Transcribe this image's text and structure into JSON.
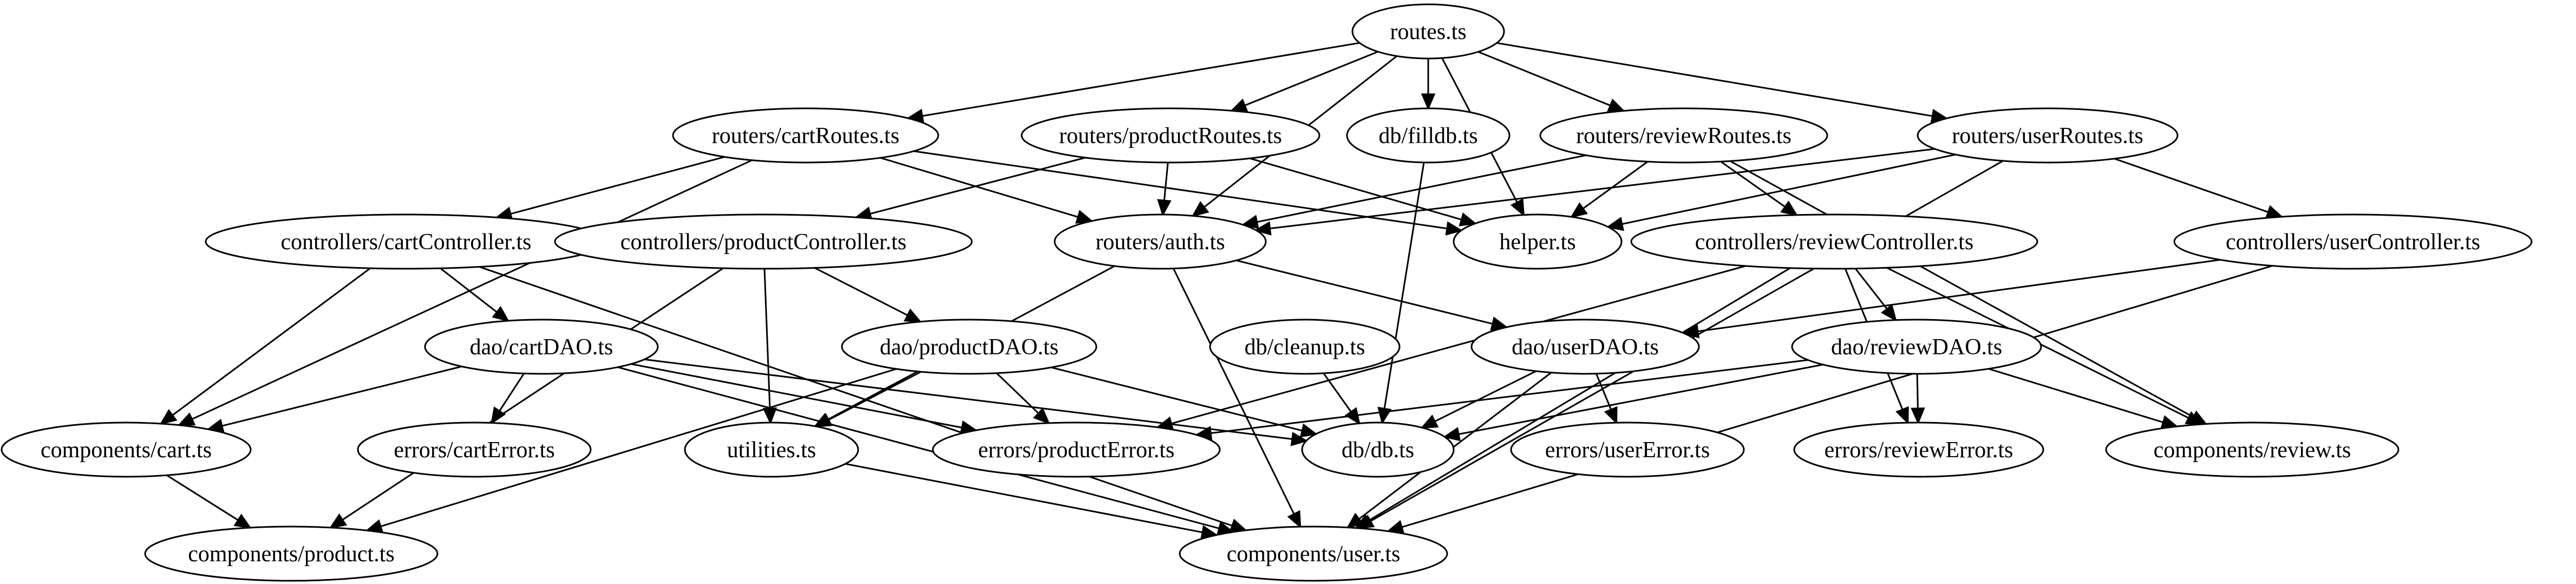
{
  "diagram": {
    "nodes": [
      {
        "id": "routes",
        "label": "routes.ts"
      },
      {
        "id": "cartRoutes",
        "label": "routers/cartRoutes.ts"
      },
      {
        "id": "productRoutes",
        "label": "routers/productRoutes.ts"
      },
      {
        "id": "filldb",
        "label": "db/filldb.ts"
      },
      {
        "id": "reviewRoutes",
        "label": "routers/reviewRoutes.ts"
      },
      {
        "id": "userRoutes",
        "label": "routers/userRoutes.ts"
      },
      {
        "id": "cartController",
        "label": "controllers/cartController.ts"
      },
      {
        "id": "productController",
        "label": "controllers/productController.ts"
      },
      {
        "id": "auth",
        "label": "routers/auth.ts"
      },
      {
        "id": "helper",
        "label": "helper.ts"
      },
      {
        "id": "reviewController",
        "label": "controllers/reviewController.ts"
      },
      {
        "id": "userController",
        "label": "controllers/userController.ts"
      },
      {
        "id": "cartDAO",
        "label": "dao/cartDAO.ts"
      },
      {
        "id": "productDAO",
        "label": "dao/productDAO.ts"
      },
      {
        "id": "cleanup",
        "label": "db/cleanup.ts"
      },
      {
        "id": "userDAO",
        "label": "dao/userDAO.ts"
      },
      {
        "id": "reviewDAO",
        "label": "dao/reviewDAO.ts"
      },
      {
        "id": "cart",
        "label": "components/cart.ts"
      },
      {
        "id": "cartError",
        "label": "errors/cartError.ts"
      },
      {
        "id": "utilities",
        "label": "utilities.ts"
      },
      {
        "id": "productError",
        "label": "errors/productError.ts"
      },
      {
        "id": "db",
        "label": "db/db.ts"
      },
      {
        "id": "userError",
        "label": "errors/userError.ts"
      },
      {
        "id": "reviewError",
        "label": "errors/reviewError.ts"
      },
      {
        "id": "review",
        "label": "components/review.ts"
      },
      {
        "id": "product",
        "label": "components/product.ts"
      },
      {
        "id": "user",
        "label": "components/user.ts"
      }
    ],
    "edges": [
      {
        "from": "routes",
        "to": "cartRoutes"
      },
      {
        "from": "routes",
        "to": "productRoutes"
      },
      {
        "from": "routes",
        "to": "filldb"
      },
      {
        "from": "routes",
        "to": "reviewRoutes"
      },
      {
        "from": "routes",
        "to": "userRoutes"
      },
      {
        "from": "routes",
        "to": "auth"
      },
      {
        "from": "routes",
        "to": "helper"
      },
      {
        "from": "cartRoutes",
        "to": "cartController"
      },
      {
        "from": "cartRoutes",
        "to": "auth"
      },
      {
        "from": "cartRoutes",
        "to": "helper"
      },
      {
        "from": "cartRoutes",
        "to": "cart"
      },
      {
        "from": "productRoutes",
        "to": "productController"
      },
      {
        "from": "productRoutes",
        "to": "auth"
      },
      {
        "from": "productRoutes",
        "to": "helper"
      },
      {
        "from": "reviewRoutes",
        "to": "reviewController"
      },
      {
        "from": "reviewRoutes",
        "to": "auth"
      },
      {
        "from": "reviewRoutes",
        "to": "helper"
      },
      {
        "from": "reviewRoutes",
        "to": "review"
      },
      {
        "from": "userRoutes",
        "to": "userController"
      },
      {
        "from": "userRoutes",
        "to": "auth"
      },
      {
        "from": "userRoutes",
        "to": "helper"
      },
      {
        "from": "userRoutes",
        "to": "user"
      },
      {
        "from": "filldb",
        "to": "db"
      },
      {
        "from": "cartController",
        "to": "cartDAO"
      },
      {
        "from": "cartController",
        "to": "cart"
      },
      {
        "from": "cartController",
        "to": "user"
      },
      {
        "from": "productController",
        "to": "productDAO"
      },
      {
        "from": "productController",
        "to": "utilities"
      },
      {
        "from": "productController",
        "to": "product"
      },
      {
        "from": "auth",
        "to": "userDAO"
      },
      {
        "from": "auth",
        "to": "utilities"
      },
      {
        "from": "auth",
        "to": "user"
      },
      {
        "from": "reviewController",
        "to": "reviewDAO"
      },
      {
        "from": "reviewController",
        "to": "productError"
      },
      {
        "from": "reviewController",
        "to": "reviewError"
      },
      {
        "from": "reviewController",
        "to": "review"
      },
      {
        "from": "reviewController",
        "to": "user"
      },
      {
        "from": "userController",
        "to": "userDAO"
      },
      {
        "from": "userController",
        "to": "user"
      },
      {
        "from": "cartDAO",
        "to": "cart"
      },
      {
        "from": "cartDAO",
        "to": "cartError"
      },
      {
        "from": "cartDAO",
        "to": "productError"
      },
      {
        "from": "cartDAO",
        "to": "db"
      },
      {
        "from": "cartDAO",
        "to": "user"
      },
      {
        "from": "productDAO",
        "to": "utilities"
      },
      {
        "from": "productDAO",
        "to": "productError"
      },
      {
        "from": "productDAO",
        "to": "db"
      },
      {
        "from": "productDAO",
        "to": "product"
      },
      {
        "from": "cleanup",
        "to": "db"
      },
      {
        "from": "userDAO",
        "to": "userError"
      },
      {
        "from": "userDAO",
        "to": "db"
      },
      {
        "from": "userDAO",
        "to": "user"
      },
      {
        "from": "reviewDAO",
        "to": "reviewError"
      },
      {
        "from": "reviewDAO",
        "to": "productError"
      },
      {
        "from": "reviewDAO",
        "to": "db"
      },
      {
        "from": "reviewDAO",
        "to": "review"
      },
      {
        "from": "cart",
        "to": "product"
      },
      {
        "from": "utilities",
        "to": "user"
      }
    ]
  }
}
